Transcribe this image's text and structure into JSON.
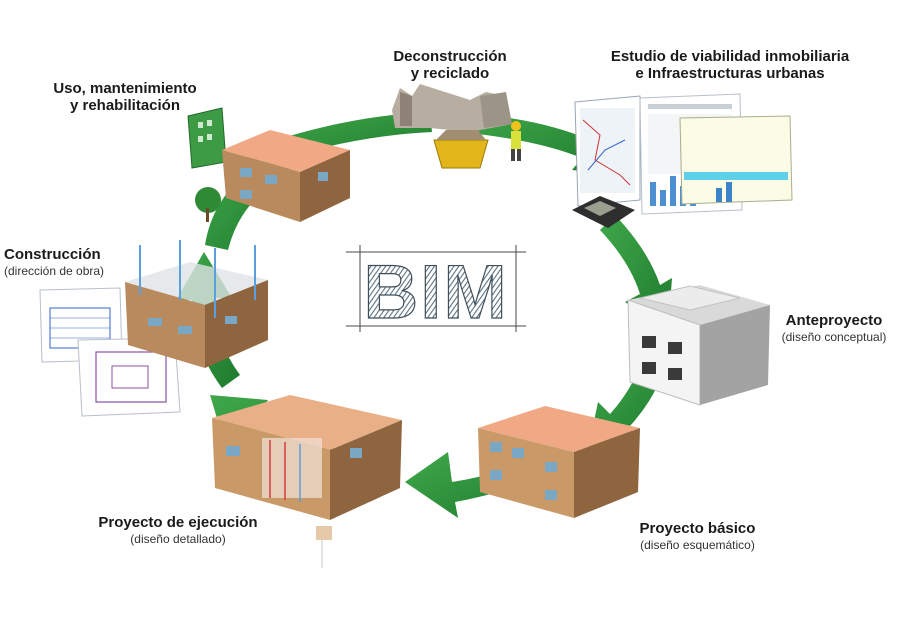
{
  "center": {
    "title": "BIM"
  },
  "stages": [
    {
      "id": "deconstruccion",
      "line1": "Deconstrucción",
      "line2": "y reciclado",
      "sub": ""
    },
    {
      "id": "estudio",
      "line1": "Estudio de viabilidad inmobiliaria",
      "line2": "e Infraestructuras urbanas",
      "sub": ""
    },
    {
      "id": "anteproyecto",
      "line1": "Anteproyecto",
      "line2": "",
      "sub": "(diseño conceptual)"
    },
    {
      "id": "basico",
      "line1": "Proyecto básico",
      "line2": "",
      "sub": "(diseño esquemático)"
    },
    {
      "id": "ejecucion",
      "line1": "Proyecto de ejecución",
      "line2": "",
      "sub": "(diseño detallado)"
    },
    {
      "id": "construccion",
      "line1": "Construcción",
      "line2": "",
      "sub": "(dirección de obra)"
    },
    {
      "id": "uso",
      "line1": "Uso, mantenimiento",
      "line2": "y rehabilitación",
      "sub": ""
    }
  ],
  "colors": {
    "arrow_dark": "#1f7a2e",
    "arrow_light": "#3fa84a",
    "wall": "#b98a5e",
    "roof": "#f0a885",
    "bim_text": "#6b7d8c"
  }
}
